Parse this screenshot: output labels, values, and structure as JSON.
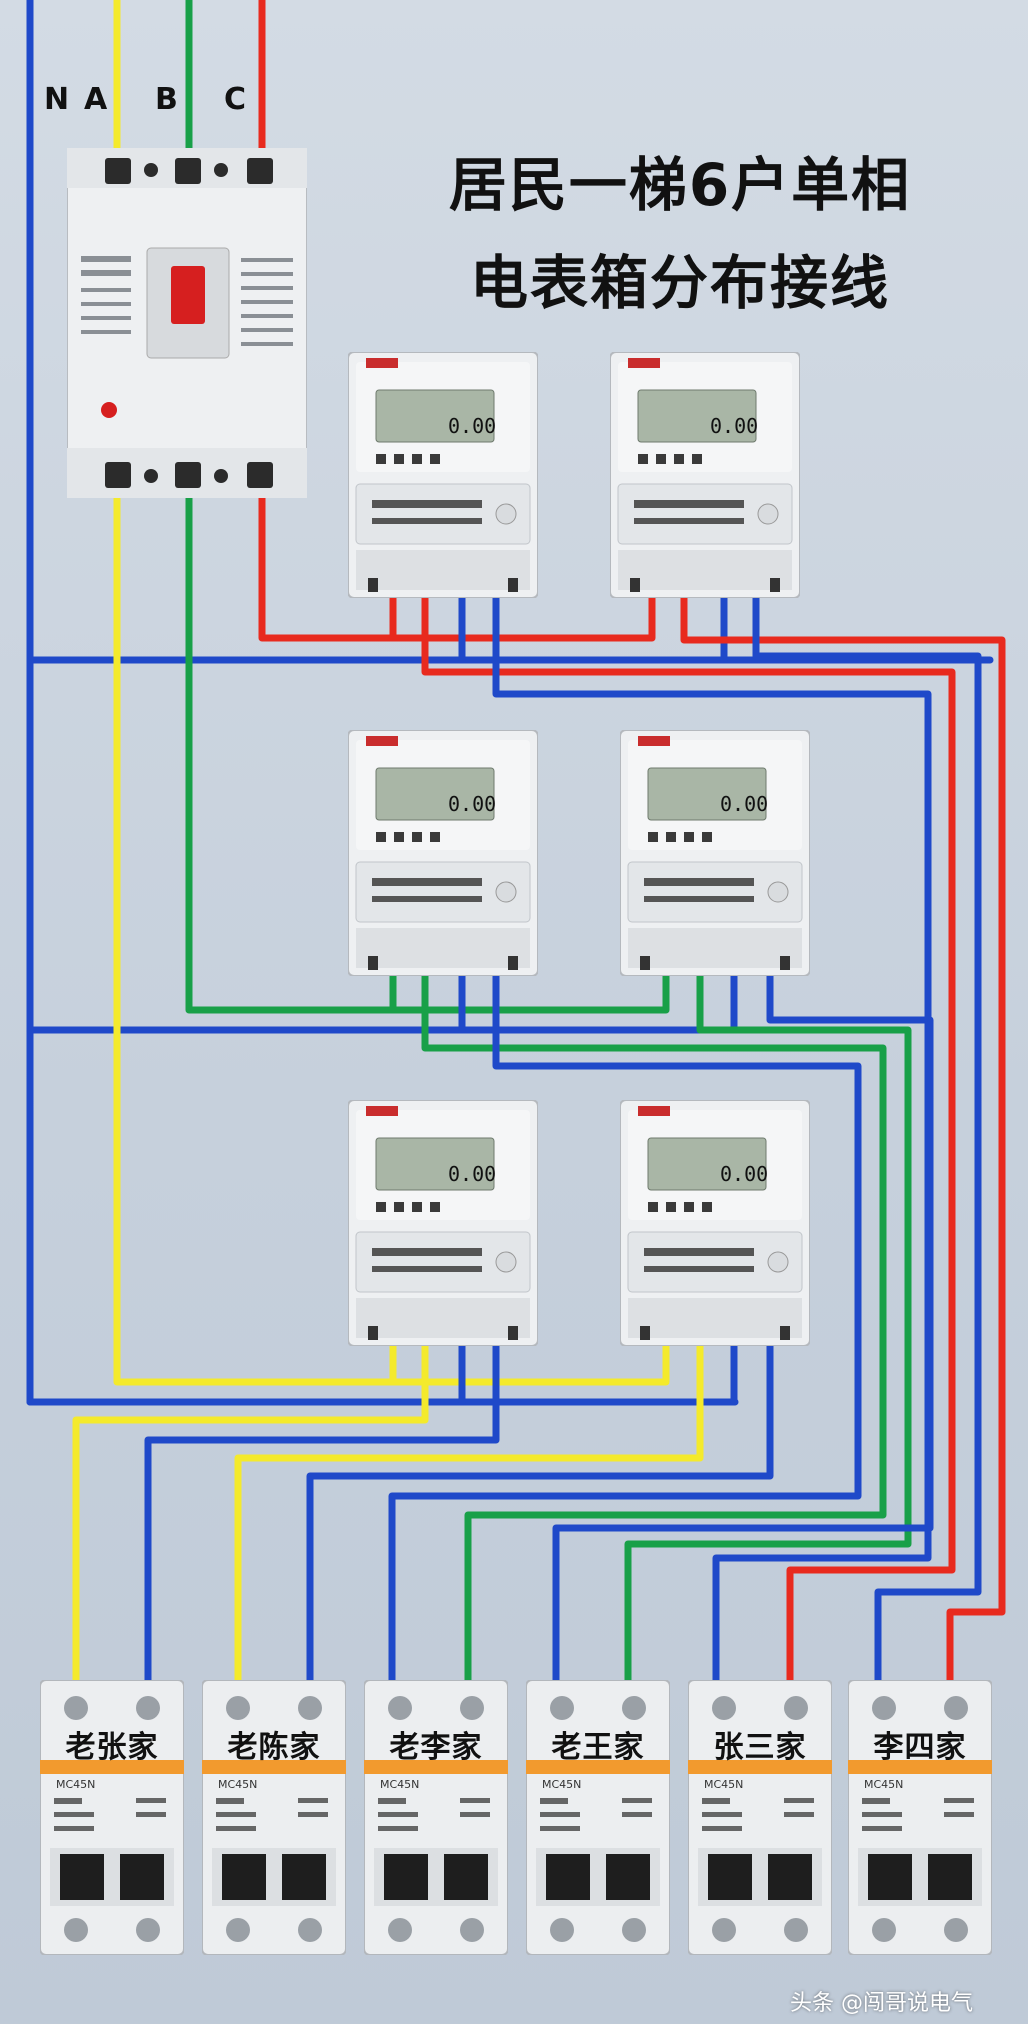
{
  "title": {
    "line1": "居民一梯6户单相",
    "line2": "电表箱分布接线"
  },
  "phase_labels": [
    "N",
    "A",
    "B",
    "C"
  ],
  "meters": [
    {
      "reading": "0.00",
      "phase": "C"
    },
    {
      "reading": "0.00",
      "phase": "C"
    },
    {
      "reading": "0.00",
      "phase": "B"
    },
    {
      "reading": "0.00",
      "phase": "B"
    },
    {
      "reading": "0.00",
      "phase": "A"
    },
    {
      "reading": "0.00",
      "phase": "A"
    }
  ],
  "households": [
    "老张家",
    "老陈家",
    "老李家",
    "老王家",
    "张三家",
    "李四家"
  ],
  "breaker_model": "MC45N",
  "watermark": "头条 @闯哥说电气",
  "colors": {
    "neutral": "#1f49c9",
    "phase_a": "#f4ea2c",
    "phase_b": "#18a048",
    "phase_c": "#e82a1e",
    "orange_stripe": "#f29a2e"
  }
}
